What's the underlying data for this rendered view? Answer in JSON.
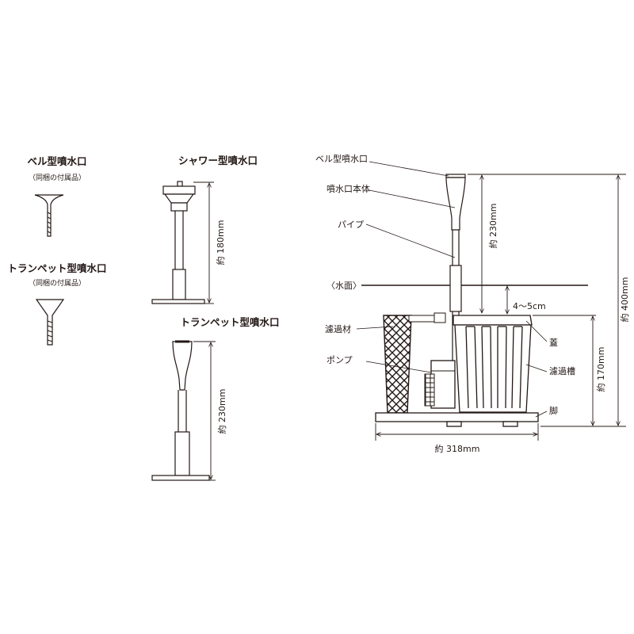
{
  "bell_nozzle": {
    "title": "ベル型噴水口",
    "note": "（同梱の付属品）"
  },
  "trumpet_nozzle": {
    "title": "トランペット型噴水口",
    "note": "（同梱の付属品）"
  },
  "shower_assembly": {
    "title": "シャワー型噴水口",
    "height": "約 180mm"
  },
  "trumpet_assembly": {
    "title": "トランペット型噴水口",
    "height": "約 230mm"
  },
  "main_assembly": {
    "callouts": {
      "bell": "ベル型噴水口",
      "body": "噴水口本体",
      "pipe": "パイプ",
      "water": "〈水面〉",
      "filter_media": "濾過材",
      "pump": "ポンプ",
      "lid": "蓋",
      "filter_tank": "濾過槽",
      "feet": "脚"
    },
    "dimensions": {
      "nozzle_height": "約 230mm",
      "total_height": "約 400mm",
      "water_gap": "4～5cm",
      "tank_height": "約 170mm",
      "width": "約 318mm"
    }
  }
}
